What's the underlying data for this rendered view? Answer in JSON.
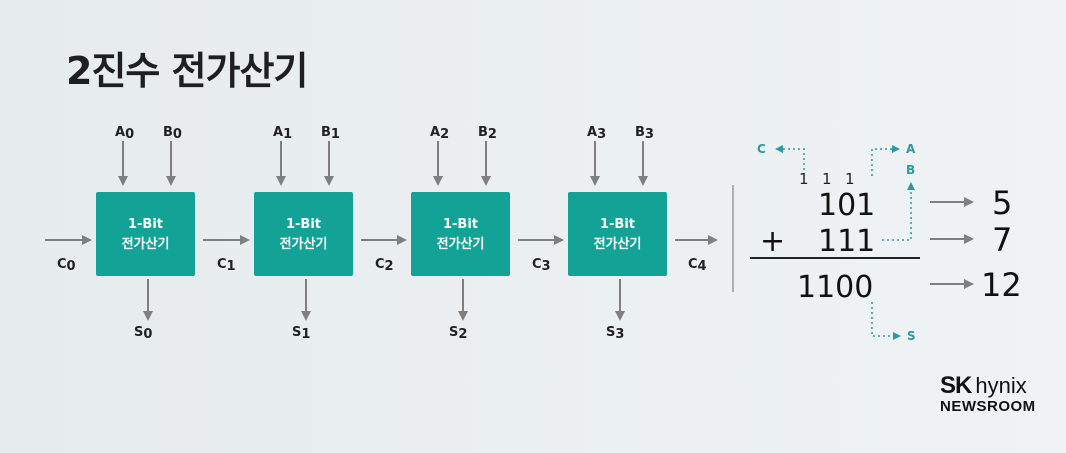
{
  "title": "2진수 전가산기",
  "block_label_line1": "1-Bit",
  "block_label_line2": "전가산기",
  "adders": [
    {
      "a": "A",
      "a_sub": "0",
      "b": "B",
      "b_sub": "0",
      "s": "S",
      "s_sub": "0",
      "c_in": "C",
      "c_in_sub": "0"
    },
    {
      "a": "A",
      "a_sub": "1",
      "b": "B",
      "b_sub": "1",
      "s": "S",
      "s_sub": "1",
      "c_in": "C",
      "c_in_sub": "1"
    },
    {
      "a": "A",
      "a_sub": "2",
      "b": "B",
      "b_sub": "2",
      "s": "S",
      "s_sub": "2",
      "c_in": "C",
      "c_in_sub": "2"
    },
    {
      "a": "A",
      "a_sub": "3",
      "b": "B",
      "b_sub": "3",
      "s": "S",
      "s_sub": "3",
      "c_in": "C",
      "c_in_sub": "3"
    }
  ],
  "final_carry": {
    "c": "C",
    "sub": "4"
  },
  "calculation": {
    "carries": [
      "1",
      "1",
      "1"
    ],
    "operand_a": "101",
    "plus": "+",
    "operand_b": "111",
    "result": "1100",
    "decimal_a": "5",
    "decimal_b": "7",
    "decimal_result": "12",
    "label_c": "C",
    "label_a": "A",
    "label_b": "B",
    "label_s": "S"
  },
  "logo": {
    "brand": "SK",
    "name": "hynix",
    "sub": "NEWSROOM"
  },
  "colors": {
    "block": "#12a396",
    "arrow": "#7f7f7f",
    "annotation": "#2a9aa0"
  }
}
